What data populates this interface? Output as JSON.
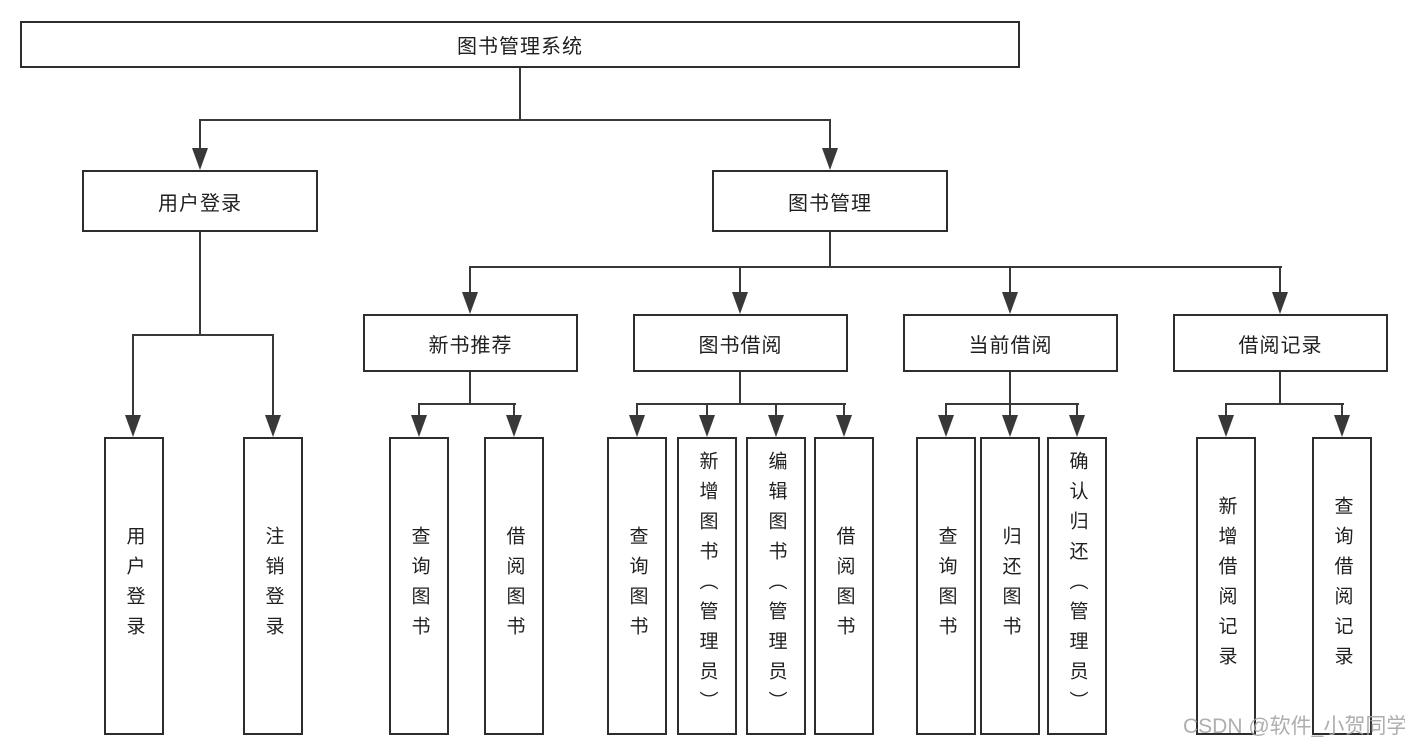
{
  "diagram": {
    "title": "图书管理系统",
    "branches": [
      {
        "label": "用户登录",
        "children": [
          "用户登录",
          "注销登录"
        ]
      },
      {
        "label": "图书管理",
        "sections": [
          {
            "label": "新书推荐",
            "children": [
              "查询图书",
              "借阅图书"
            ]
          },
          {
            "label": "图书借阅",
            "children": [
              "查询图书",
              "新增图书（管理员）",
              "编辑图书（管理员）",
              "借阅图书"
            ]
          },
          {
            "label": "当前借阅",
            "children": [
              "查询图书",
              "归还图书",
              "确认归还（管理员）"
            ]
          },
          {
            "label": "借阅记录",
            "children": [
              "新增借阅记录",
              "查询借阅记录"
            ]
          }
        ]
      }
    ]
  },
  "watermark": "CSDN @软件_小贺同学",
  "colors": {
    "line": "#383838",
    "box_border": "#2d2d2d",
    "text": "#1f1f1f",
    "watermark": "#a5a5a5",
    "background": "#ffffff"
  }
}
